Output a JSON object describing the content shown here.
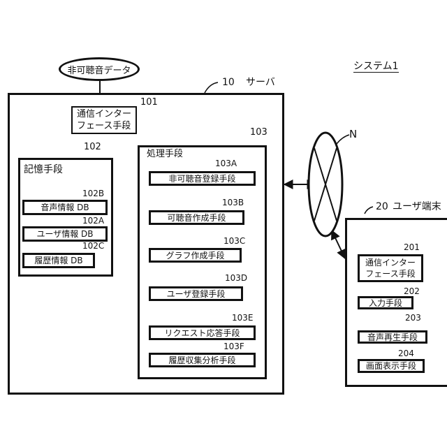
{
  "system_label": "システム1",
  "input_bubble": "非可聴音データ",
  "server": {
    "ref": "10",
    "title": "サーバ"
  },
  "comm_interface": {
    "ref": "101",
    "line1": "通信インター",
    "line2": "フェース手段"
  },
  "storage": {
    "ref": "102",
    "title": "記憶手段",
    "items": [
      {
        "ref": "102B",
        "label": "音声情報 DB"
      },
      {
        "ref": "102A",
        "label": "ユーザ情報 DB"
      },
      {
        "ref": "102C",
        "label": "履歴情報 DB"
      }
    ]
  },
  "processing": {
    "ref": "103",
    "title": "処理手段",
    "items": [
      {
        "ref": "103A",
        "label": "非可聴音登録手段"
      },
      {
        "ref": "103B",
        "label": "可聴音作成手段"
      },
      {
        "ref": "103C",
        "label": "グラフ作成手段"
      },
      {
        "ref": "103D",
        "label": "ユーザ登録手段"
      },
      {
        "ref": "103E",
        "label": "リクエスト応答手段"
      },
      {
        "ref": "103F",
        "label": "履歴収集分析手段"
      }
    ]
  },
  "network": {
    "ref": "N"
  },
  "user_terminal": {
    "ref": "20",
    "title": "ユーザ端末",
    "items": [
      {
        "ref": "201",
        "line1": "通信インター",
        "line2": "フェース手段"
      },
      {
        "ref": "202",
        "label": "入力手段"
      },
      {
        "ref": "203",
        "label": "音声再生手段"
      },
      {
        "ref": "204",
        "label": "画面表示手段"
      }
    ]
  }
}
